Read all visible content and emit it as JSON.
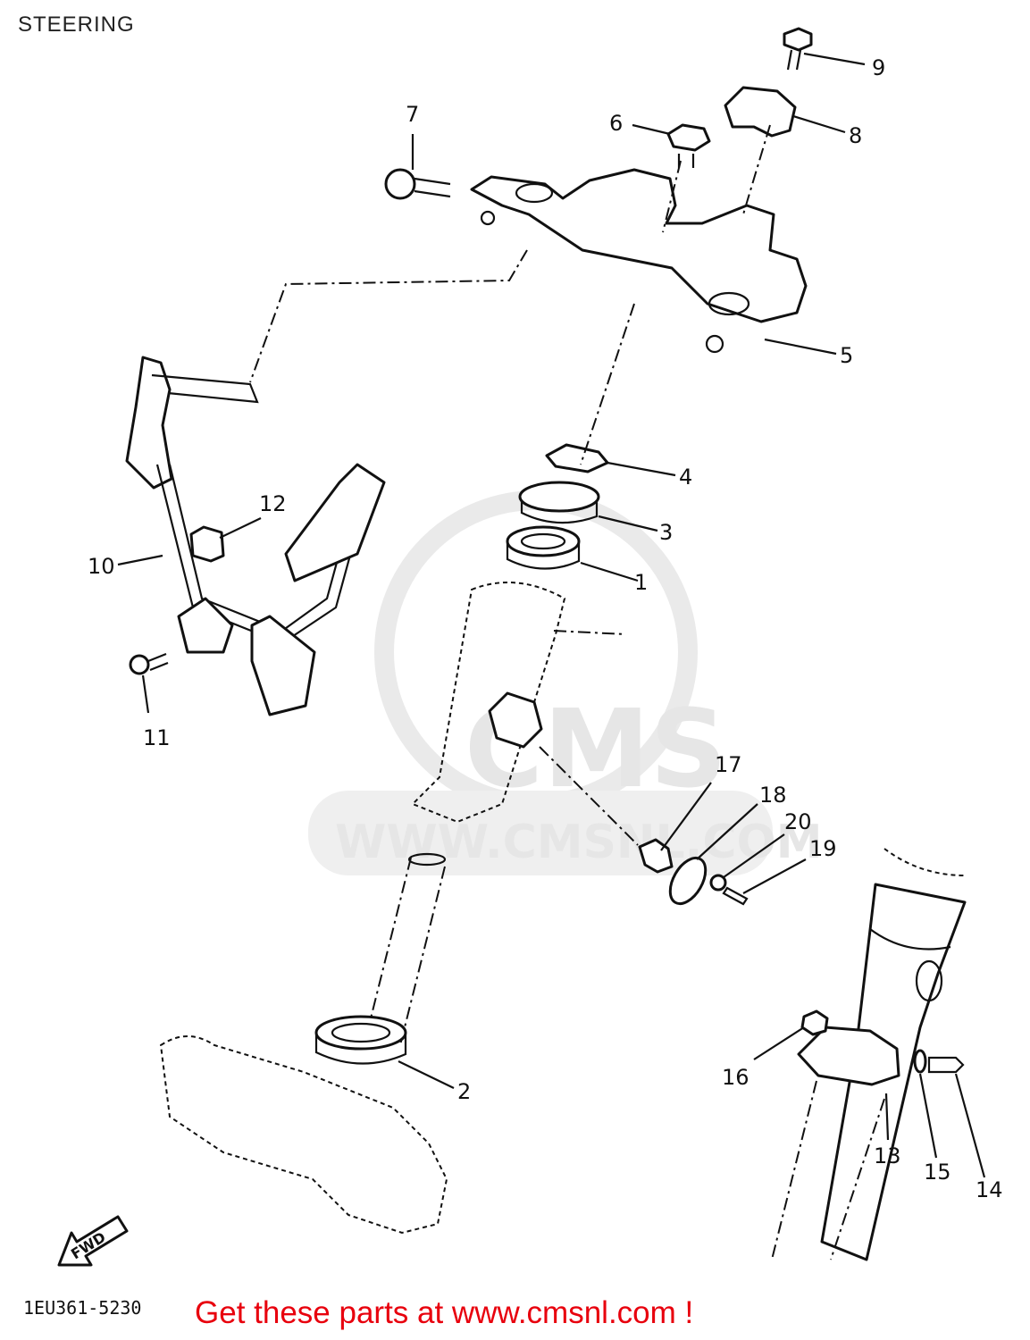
{
  "title": "STEERING",
  "diagram_code": "1EU361-5230",
  "footer_link": "Get these parts at www.cmsnl.com !",
  "watermark": {
    "logo": "CMS",
    "url": "WWW.CMSNL.COM"
  },
  "fwd_label": "FWD",
  "callouts": [
    "1",
    "2",
    "3",
    "4",
    "5",
    "6",
    "7",
    "8",
    "9",
    "10",
    "11",
    "12",
    "13",
    "14",
    "15",
    "16",
    "17",
    "18",
    "19",
    "20"
  ],
  "colors": {
    "link": "#e8000d",
    "line": "#111111",
    "watermark": "#e6e6e6"
  }
}
